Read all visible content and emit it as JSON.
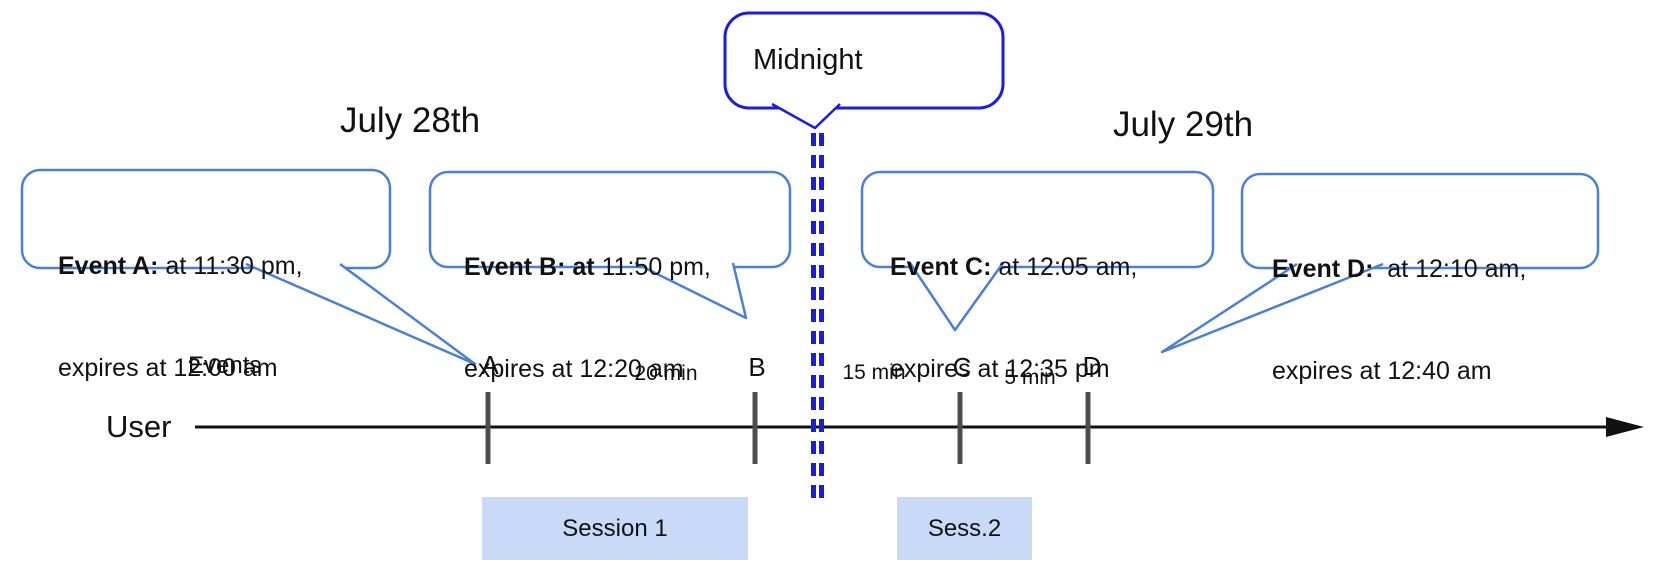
{
  "diagram": {
    "title_left_date": "July 28th",
    "title_right_date": "July 29th",
    "midnight_label": "Midnight",
    "events_axis_label": "Events",
    "user_axis_label": "User",
    "event_callouts": [
      {
        "id": "A",
        "bold": "Event A:",
        "line1_rest": " at 11:30 pm,",
        "line2": "expires at 12:00 am"
      },
      {
        "id": "B",
        "bold": "Event B: at",
        "line1_rest": " 11:50 pm,",
        "line2": "expires at 12:20 am"
      },
      {
        "id": "C",
        "bold": "Event C:",
        "line1_rest": " at 12:05 am,",
        "line2": "expires at 12:35 pm"
      },
      {
        "id": "D",
        "bold": "Event D:",
        "line1_rest": "  at 12:10 am,",
        "line2": "expires at 12:40 am"
      }
    ],
    "tick_labels": [
      "A",
      "B",
      "C",
      "D"
    ],
    "intervals": [
      "20 min",
      "15 min",
      "5 min"
    ],
    "sessions": [
      {
        "label": "Session 1"
      },
      {
        "label": "Sess.2"
      }
    ],
    "colors": {
      "callout_border_blue": "#4a80d8",
      "midnight_blue": "#1b1be6",
      "session_fill": "#c9daf8",
      "tick_gray": "#4d4d4d",
      "axis_black": "#111111"
    }
  }
}
